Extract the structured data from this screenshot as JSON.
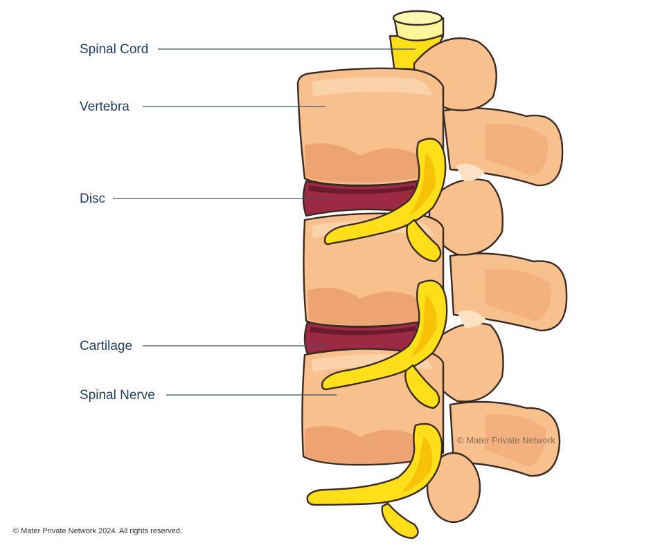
{
  "labels": {
    "spinal_cord": "Spinal Cord",
    "vertebra": "Vertebra",
    "disc": "Disc",
    "cartilage": "Cartilage",
    "spinal_nerve": "Spinal Nerve"
  },
  "watermark": "© Mater Private Network",
  "footer": "© Mater Private Network 2024. All rights reserved.",
  "colors": {
    "bone": "#f7c08c",
    "bone_shade": "#eea472",
    "bone_light": "#fbd3aa",
    "disc": "#9c2a45",
    "disc_dark": "#6e1a2e",
    "nerve": "#ffde1a",
    "nerve_shade": "#f5b800",
    "label_text": "#1f3a5c"
  }
}
